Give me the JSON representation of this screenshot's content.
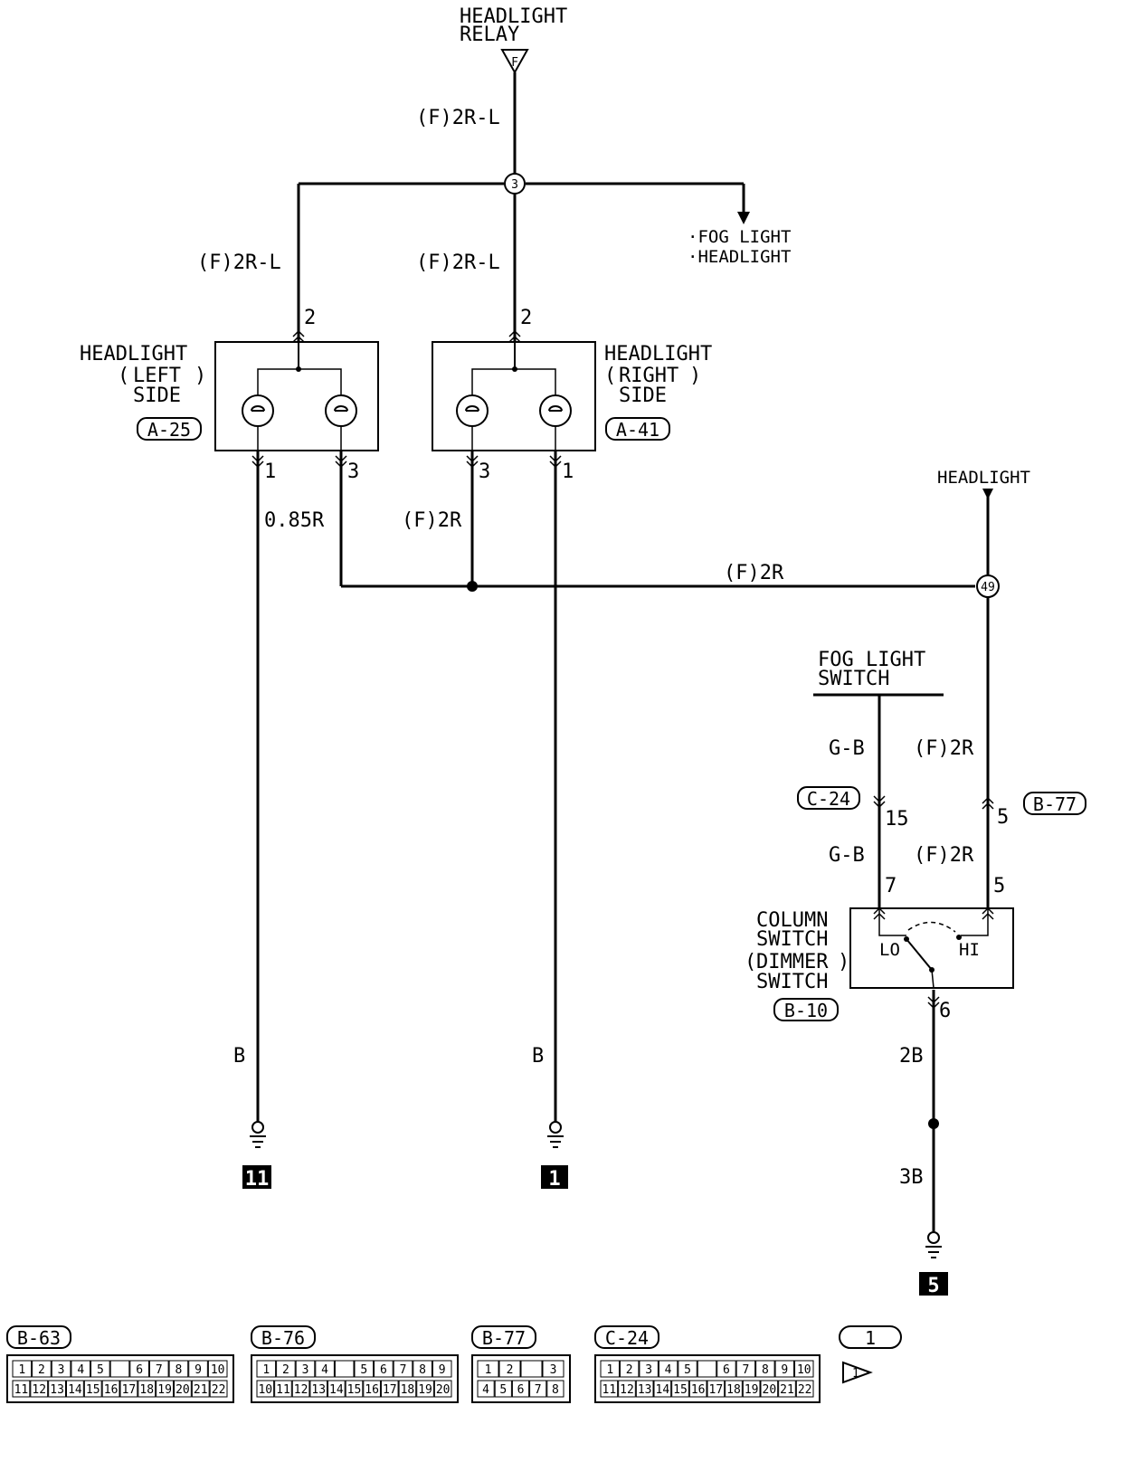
{
  "colors": {
    "ink": "#000000",
    "paper": "#ffffff"
  },
  "relay": {
    "title_line1": "HEADLIGHT",
    "title_line2": "RELAY",
    "terminal": "F"
  },
  "junctions": {
    "top": "3",
    "right": "49"
  },
  "wires": {
    "relay_feed": "(F)2R-L",
    "left_feed": "(F)2R-L",
    "right_feed": "(F)2R-L",
    "left_pin3": "0.85R",
    "right_pin3": "(F)2R",
    "bus": "(F)2R",
    "fog_switch_upper": "G-B",
    "fog_switch_lower": "G-B",
    "hi_upper": "(F)2R",
    "hi_lower": "(F)2R",
    "ground_left": "B",
    "ground_mid": "B",
    "dimmer_upper": "2B",
    "dimmer_lower": "3B"
  },
  "destinations": {
    "fog_line1": "·FOG LIGHT",
    "fog_line2": "·HEADLIGHT",
    "headlight": "HEADLIGHT"
  },
  "headlight_left": {
    "line1": "HEADLIGHT",
    "line2": "LEFT",
    "line3": "SIDE",
    "connector": "A-25",
    "pin_top": "2",
    "pin_a": "1",
    "pin_b": "3"
  },
  "headlight_right": {
    "line1": "HEADLIGHT",
    "line2": "RIGHT",
    "line3": "SIDE",
    "connector": "A-41",
    "pin_top": "2",
    "pin_a": "3",
    "pin_b": "1"
  },
  "fog_switch": {
    "line1": "FOG LIGHT",
    "line2": "SWITCH"
  },
  "inline_connectors": {
    "c24": "C-24",
    "c24_pin": "15",
    "b77": "B-77",
    "b77_pin": "5"
  },
  "column_switch": {
    "line1": "COLUMN",
    "line2": "SWITCH",
    "line3": "DIMMER",
    "line4": "SWITCH",
    "connector": "B-10",
    "pin_lo": "7",
    "pin_hi": "5",
    "pin_out": "6",
    "lo": "LO",
    "hi": "HI"
  },
  "grounds": {
    "g1": "11",
    "g2": "1",
    "g3": "5"
  },
  "connector_views": [
    {
      "label": "B-63",
      "row1": [
        "1",
        "2",
        "3",
        "4",
        "5",
        "",
        "6",
        "7",
        "8",
        "9",
        "10"
      ],
      "row2": [
        "11",
        "12",
        "13",
        "14",
        "15",
        "16",
        "17",
        "18",
        "19",
        "20",
        "21",
        "22"
      ]
    },
    {
      "label": "B-76",
      "row1": [
        "1",
        "2",
        "3",
        "4",
        "",
        "5",
        "6",
        "7",
        "8",
        "9"
      ],
      "row2": [
        "10",
        "11",
        "12",
        "13",
        "14",
        "15",
        "16",
        "17",
        "18",
        "19",
        "20"
      ]
    },
    {
      "label": "B-77",
      "row1": [
        "1",
        "2",
        "",
        "3"
      ],
      "row2": [
        "4",
        "5",
        "6",
        "7",
        "8"
      ]
    },
    {
      "label": "C-24",
      "row1": [
        "1",
        "2",
        "3",
        "4",
        "5",
        "",
        "6",
        "7",
        "8",
        "9",
        "10"
      ],
      "row2": [
        "11",
        "12",
        "13",
        "14",
        "15",
        "16",
        "17",
        "18",
        "19",
        "20",
        "21",
        "22"
      ]
    }
  ],
  "legend": {
    "label": "1",
    "mark": "1"
  }
}
